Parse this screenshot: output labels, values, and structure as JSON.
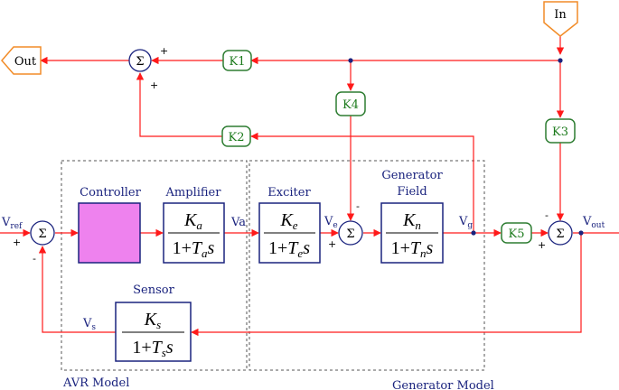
{
  "ports": {
    "input": "In",
    "output": "Out"
  },
  "gains": {
    "k1": "K1",
    "k2": "K2",
    "k3": "K3",
    "k4": "K4",
    "k5": "K5"
  },
  "sum_symbol": "Σ",
  "blocks": {
    "controller": {
      "title": "Controller"
    },
    "amplifier": {
      "title": "Amplifier",
      "num": "K",
      "num_sub": "a",
      "den_pre": "1+",
      "den_t": "T",
      "den_sub": "a",
      "den_s": "s"
    },
    "exciter": {
      "title": "Exciter",
      "num": "K",
      "num_sub": "e",
      "den_pre": "1+",
      "den_t": "T",
      "den_sub": "e",
      "den_s": "s"
    },
    "generator_field": {
      "title_line1": "Generator",
      "title_line2": "Field",
      "num": "K",
      "num_sub": "n",
      "den_pre": "1+",
      "den_t": "T",
      "den_sub": "n",
      "den_s": "s"
    },
    "sensor": {
      "title": "Sensor",
      "num": "K",
      "num_sub": "s",
      "den_pre": "1+",
      "den_t": "T",
      "den_sub": "s",
      "den_s": "s"
    }
  },
  "signals": {
    "vref": "V",
    "vref_sub": "ref",
    "va": "Va",
    "ve": "V",
    "ve_sub": "e",
    "vg": "V",
    "vg_sub": "g",
    "vout": "V",
    "vout_sub": "out",
    "vs": "V",
    "vs_sub": "s"
  },
  "signs": {
    "plus": "+",
    "minus": "-"
  },
  "groups": {
    "avr": "AVR Model",
    "generator": "Generator Model"
  },
  "colors": {
    "signal_line": "#ff1a1a",
    "gain_border": "#2e7d32",
    "block_border": "#1a237e",
    "controller_fill": "#ee82ee",
    "port_border": "#f28c28",
    "dashed_box": "#555555"
  }
}
